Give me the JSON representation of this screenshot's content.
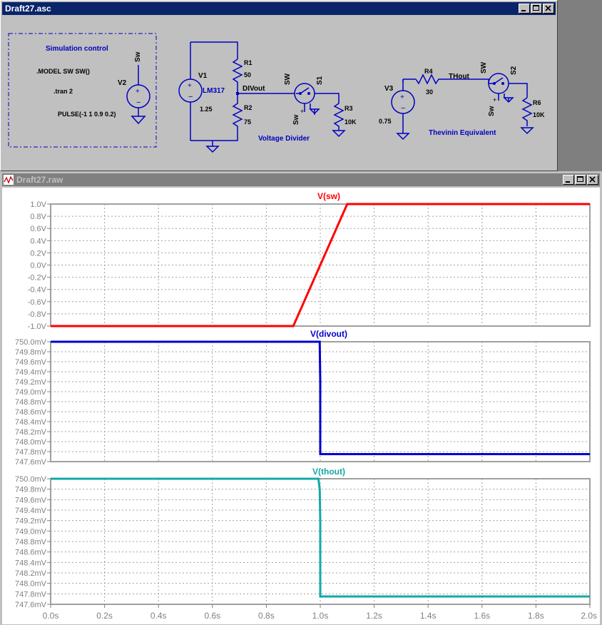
{
  "schematic_window": {
    "title": "Draft27.asc",
    "block_title": "Simulation control",
    "directive_model": ".MODEL SW SW()",
    "directive_tran": ".tran 2",
    "pulse": "PULSE(-1 1 0.9 0.2)",
    "labels": {
      "v1": "V1",
      "v1_value": "1.25",
      "v1_name": "LM317",
      "v2": "V2",
      "v2_net": "Sw",
      "r1": "R1",
      "r1_value": "50",
      "r2": "R2",
      "r2_value": "75",
      "r3": "R3",
      "r3_value": "10K",
      "s1": "S1",
      "s1_top": "SW",
      "s1_ctrl": "Sw",
      "divout": "DIVout",
      "voltage_divider": "Voltage Divider",
      "v3": "V3",
      "v3_value": "0.75",
      "r4": "R4",
      "r4_value": "30",
      "thout": "THout",
      "s2": "S2",
      "s2_top": "SW",
      "s2_ctrl": "Sw",
      "r6": "R6",
      "r6_value": "10K",
      "thevenin": "Thevinin Equivalent"
    }
  },
  "plot_window": {
    "title": "Draft27.raw"
  },
  "colors": {
    "sw": "#ff0000",
    "divout": "#0000cd",
    "thout": "#13a8a8",
    "label_blue": "#0000c0"
  },
  "chart_data": [
    {
      "type": "line",
      "title": "V(sw)",
      "x": [
        0,
        0.9,
        1.1,
        2.0
      ],
      "values": [
        -1.0,
        -1.0,
        1.0,
        1.0
      ],
      "ylim": [
        -1.0,
        1.0
      ],
      "yticks": [
        "1.0V",
        "0.8V",
        "0.6V",
        "0.4V",
        "0.2V",
        "0.0V",
        "-0.2V",
        "-0.4V",
        "-0.6V",
        "-0.8V",
        "-1.0V"
      ],
      "xlim": [
        0,
        2.0
      ]
    },
    {
      "type": "line",
      "title": "V(divout)",
      "x": [
        0,
        0.998,
        1.0,
        1.0,
        2.0
      ],
      "values": [
        750.0,
        750.0,
        749.2,
        747.75,
        747.75
      ],
      "ylim": [
        747.6,
        750.0
      ],
      "yticks": [
        "750.0mV",
        "749.8mV",
        "749.6mV",
        "749.4mV",
        "749.2mV",
        "749.0mV",
        "748.8mV",
        "748.6mV",
        "748.4mV",
        "748.2mV",
        "748.0mV",
        "747.8mV",
        "747.6mV"
      ],
      "xlim": [
        0,
        2.0
      ]
    },
    {
      "type": "line",
      "title": "V(thout)",
      "x": [
        0,
        0.993,
        0.998,
        1.0,
        1.0,
        2.0
      ],
      "values": [
        750.0,
        750.0,
        749.8,
        749.2,
        747.75,
        747.75
      ],
      "ylim": [
        747.6,
        750.0
      ],
      "yticks": [
        "750.0mV",
        "749.8mV",
        "749.6mV",
        "749.4mV",
        "749.2mV",
        "749.0mV",
        "748.8mV",
        "748.6mV",
        "748.4mV",
        "748.2mV",
        "748.0mV",
        "747.8mV",
        "747.6mV"
      ],
      "xlim": [
        0,
        2.0
      ],
      "xticks": [
        "0.0s",
        "0.2s",
        "0.4s",
        "0.6s",
        "0.8s",
        "1.0s",
        "1.2s",
        "1.4s",
        "1.6s",
        "1.8s",
        "2.0s"
      ]
    }
  ]
}
